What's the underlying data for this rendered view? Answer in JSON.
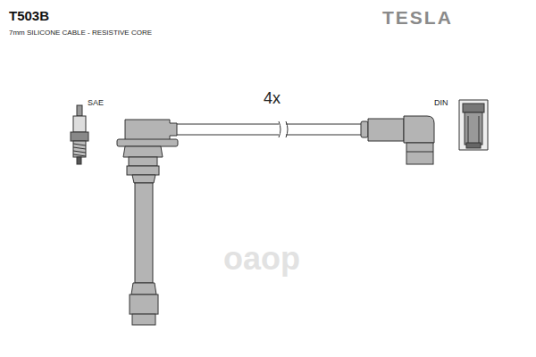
{
  "diagram": {
    "title": "T503B",
    "labels": [
      "TESLA",
      "7mm SILICONE CABLE - RESISTIVE CORE",
      "SAE",
      "4x",
      "DIN",
      "оаор"
    ]
  }
}
